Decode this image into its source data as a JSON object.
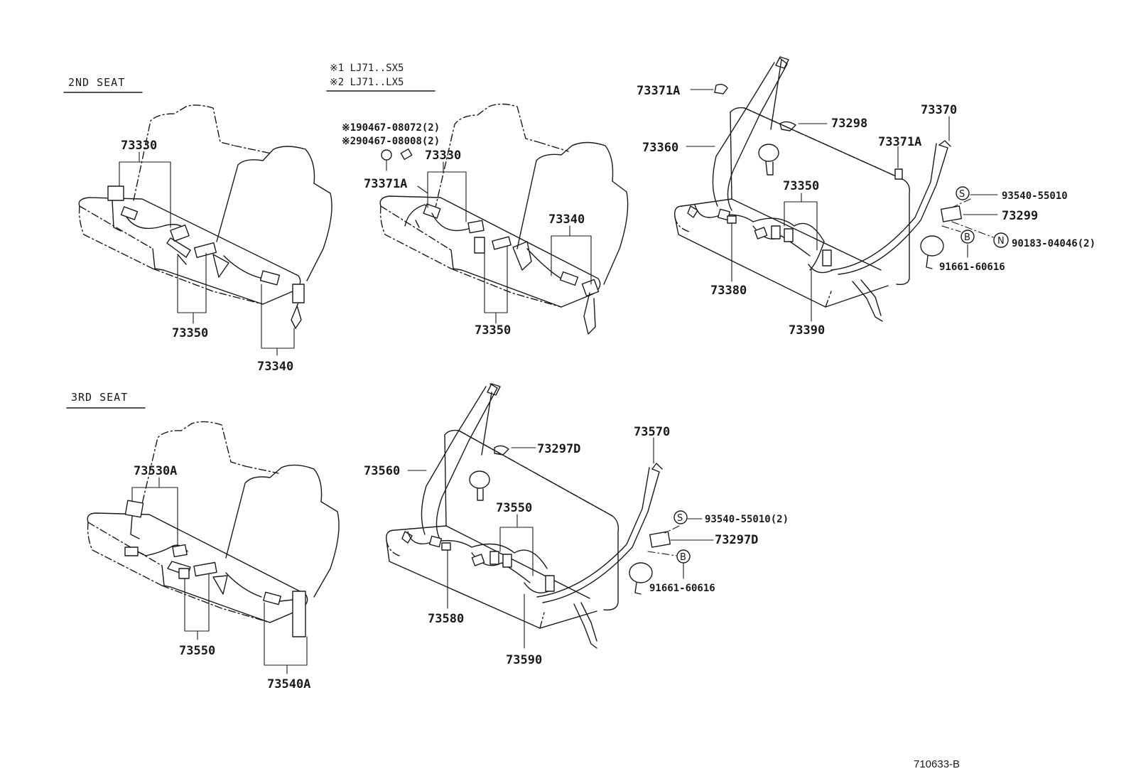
{
  "sections": {
    "second_seat": "2ND SEAT",
    "third_seat": "3RD SEAT"
  },
  "notes": {
    "note1": "※1 LJ71..SX5",
    "note2": "※2 LJ71..LX5"
  },
  "parts": {
    "p73330_a": "73330",
    "p73350_a": "73350",
    "p73340_a": "73340",
    "p90467_1": "※190467-08072(2)",
    "p90467_2": "※290467-08008(2)",
    "p73371A_b": "73371A",
    "p73330_b": "73330",
    "p73340_b": "73340",
    "p73350_b": "73350",
    "p73371A_c1": "73371A",
    "p73298": "73298",
    "p73360": "73360",
    "p73370": "73370",
    "p73371A_c2": "73371A",
    "p73350_c": "73350",
    "p93540_c": "93540-55010",
    "p73299": "73299",
    "p90183": "90183-04046(2)",
    "p91661_c": "91661-60616",
    "p73380": "73380",
    "p73390": "73390",
    "p73530A": "73530A",
    "p73550_d": "73550",
    "p73540A": "73540A",
    "p73297D_a": "73297D",
    "p73560": "73560",
    "p73570": "73570",
    "p73550_e": "73550",
    "p93540_e": "93540-55010(2)",
    "p73297D_b": "73297D",
    "p91661_e": "91661-60616",
    "p73580": "73580",
    "p73590": "73590"
  },
  "markers": {
    "s1": "S",
    "b1": "B",
    "n1": "N",
    "s2": "S",
    "b2": "B"
  },
  "figure_code": "710633-B"
}
